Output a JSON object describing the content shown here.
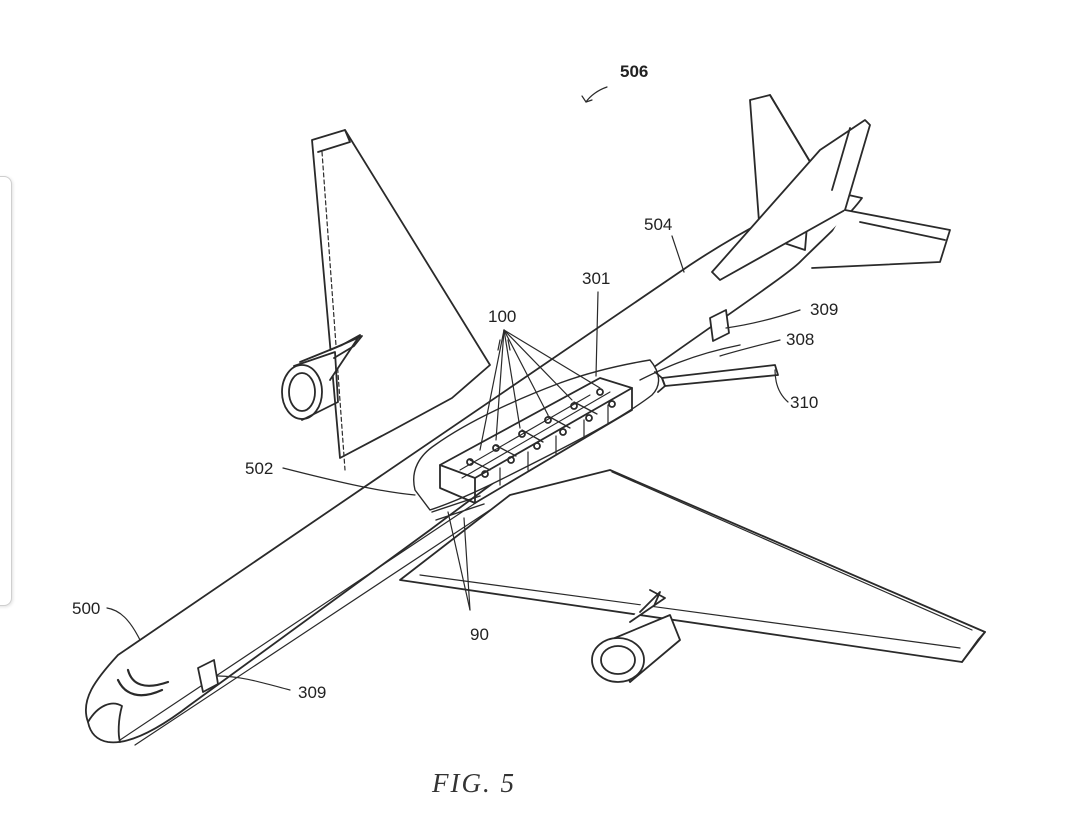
{
  "figure": {
    "caption": "FIG. 5",
    "reference_numerals": {
      "view": "506",
      "fuselage": "504",
      "module_assembly": "301",
      "units": "100",
      "port_upper": "309",
      "cable": "308",
      "tail_connector": "310",
      "bay": "502",
      "aircraft": "500",
      "rails": "90",
      "port_lower": "309"
    },
    "line_color": "#2a2a2a"
  }
}
